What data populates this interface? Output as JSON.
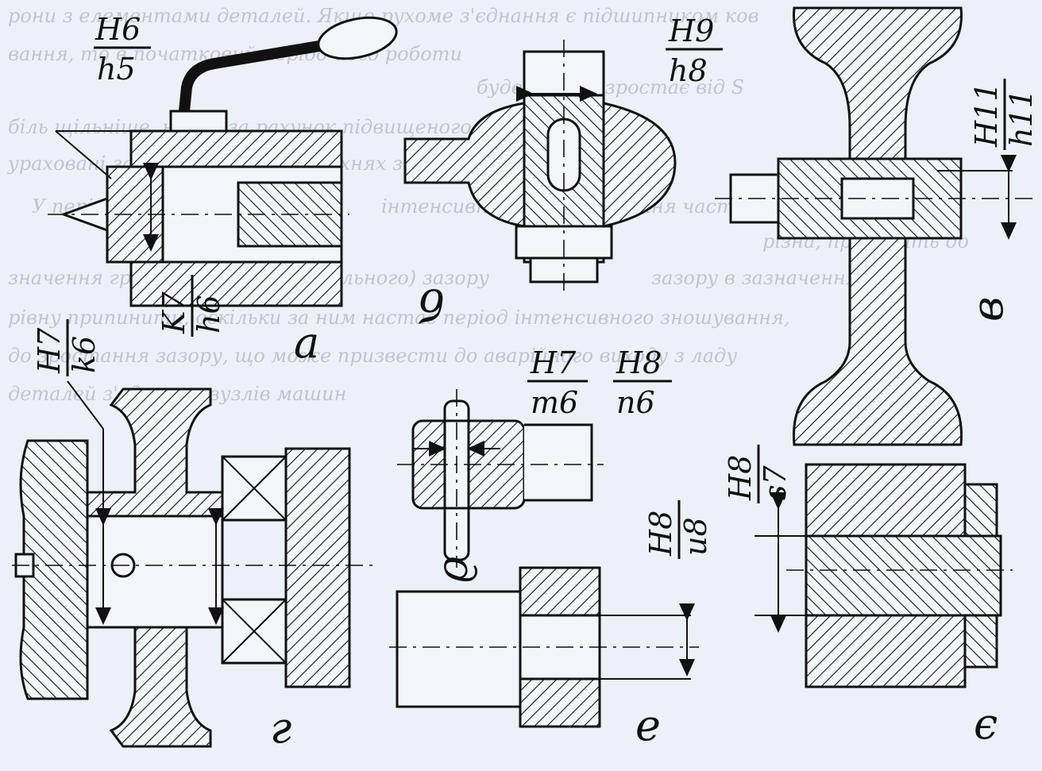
{
  "colors": {
    "paper": "#eef0f8",
    "ink": "#111111",
    "ghost_text": "#9aa0b4"
  },
  "background_text": [
    "рони з елементами деталей. Якщо рухоме з'єднання є підшипником ков",
    "вання, то в початковий період його роботи",
    "буде значно зростає від S",
    "біль щільніше, ніж S за рахунок підвищеного амортизаційного",
    "ураховані зазори на одних поверхнях з'єднань деталей",
    "У період сталої роботи",
    "інтенсивність спрацювання частин з'єднання",
    "різна, приводить до",
    "значення граничного (вибракувального) зазору",
    "зазору в зазначення по-",
    "рівну припинити, оскільки за ним настає період інтенсивного зношування,",
    "до зростання зазору, що може призвести до аварійного виходу з ладу",
    "деталей з'єднання вузлів машин"
  ],
  "annotations": {
    "a": {
      "fit_top": "H6",
      "fit_bottom": "h5",
      "fit2_top": "K7",
      "fit2_bottom": "h6",
      "label": "a"
    },
    "b": {
      "fit_top": "H9",
      "fit_bottom": "h8",
      "label": "б"
    },
    "v": {
      "fit_top": "H11",
      "fit_bottom": "h11",
      "label": "в"
    },
    "g": {
      "fit_top": "H7",
      "fit_bottom": "k6",
      "label": "г"
    },
    "d": {
      "fit1_top": "H7",
      "fit1_bottom": "m6",
      "fit2_top": "H8",
      "fit2_bottom": "n6",
      "label": "д"
    },
    "e": {
      "fit_top": "H8",
      "fit_bottom": "u8",
      "label": "е"
    },
    "ye": {
      "fit_top": "H8",
      "fit_bottom": "s7",
      "label": "є"
    }
  }
}
